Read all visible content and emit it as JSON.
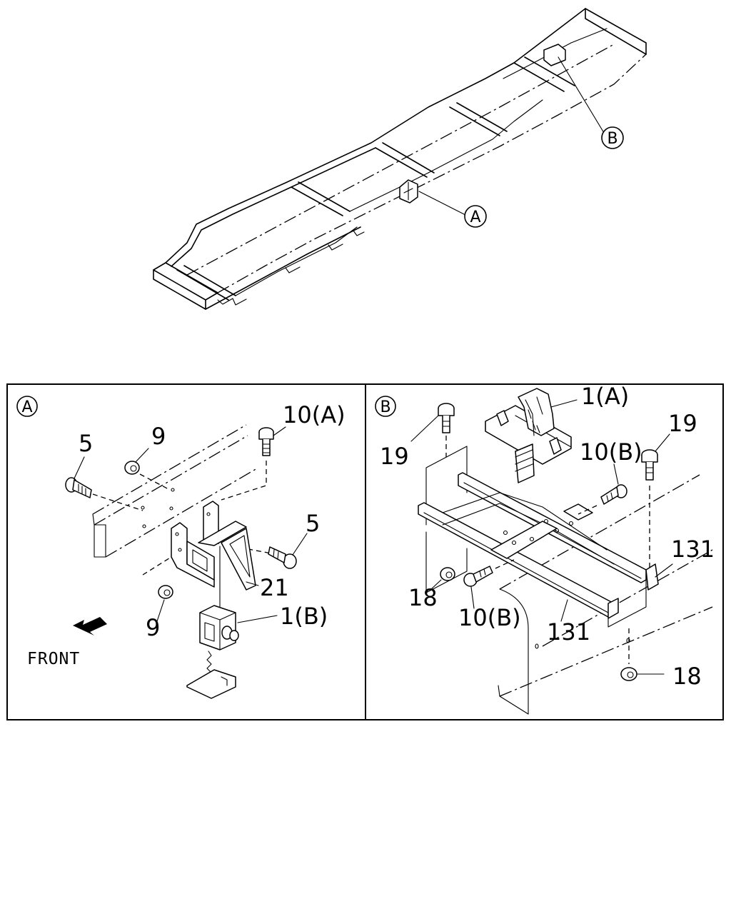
{
  "overview": {
    "callout_a": "A",
    "callout_b": "B"
  },
  "panel_a": {
    "badge": "A",
    "labels": {
      "bolt_10a": "10(A)",
      "nut_9_top": "9",
      "bolt_5_left": "5",
      "bolt_5_right": "5",
      "bracket_21": "21",
      "nut_9_bottom": "9",
      "unit_1b": "1(B)"
    },
    "front_label": "FRONT"
  },
  "panel_b": {
    "badge": "B",
    "labels": {
      "unit_1a": "1(A)",
      "bolt_19_left": "19",
      "bolt_19_right": "19",
      "bolt_10b_top": "10(B)",
      "bolt_10b_bottom": "10(B)",
      "bracket_131_right": "131",
      "bracket_131_bottom": "131",
      "nut_18_left": "18",
      "nut_18_right": "18"
    }
  }
}
